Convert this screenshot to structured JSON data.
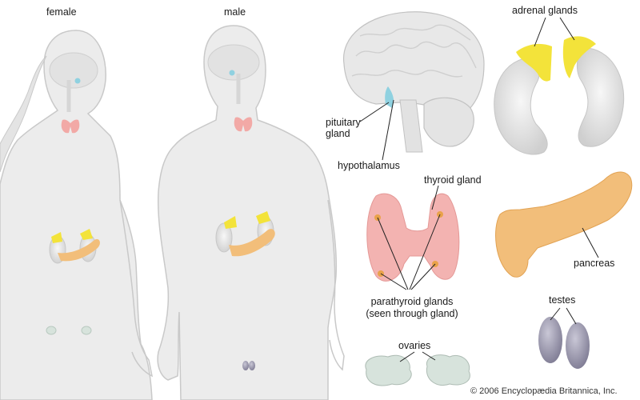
{
  "figure": {
    "female_label": "female",
    "male_label": "male"
  },
  "labels": {
    "adrenal": "adrenal glands",
    "pituitary_line1": "pituitary",
    "pituitary_line2": "gland",
    "hypothalamus": "hypothalamus",
    "thyroid": "thyroid gland",
    "pancreas": "pancreas",
    "parathyroid_line1": "parathyroid glands",
    "parathyroid_line2": "(seen through gland)",
    "testes": "testes",
    "ovaries": "ovaries"
  },
  "copyright": "© 2006 Encyclopædia Britannica, Inc.",
  "colors": {
    "body": "#ececec",
    "body_outline": "#c9c9c9",
    "brain": "#e6e6e6",
    "thyroid": "#f2a9a6",
    "adrenal": "#f3e33a",
    "pancreas": "#f2be7a",
    "kidney": "#dcdcdc",
    "pituitary": "#8fd1e0",
    "testes": "#9c9ab0",
    "ovaries": "#d7e3dc"
  }
}
